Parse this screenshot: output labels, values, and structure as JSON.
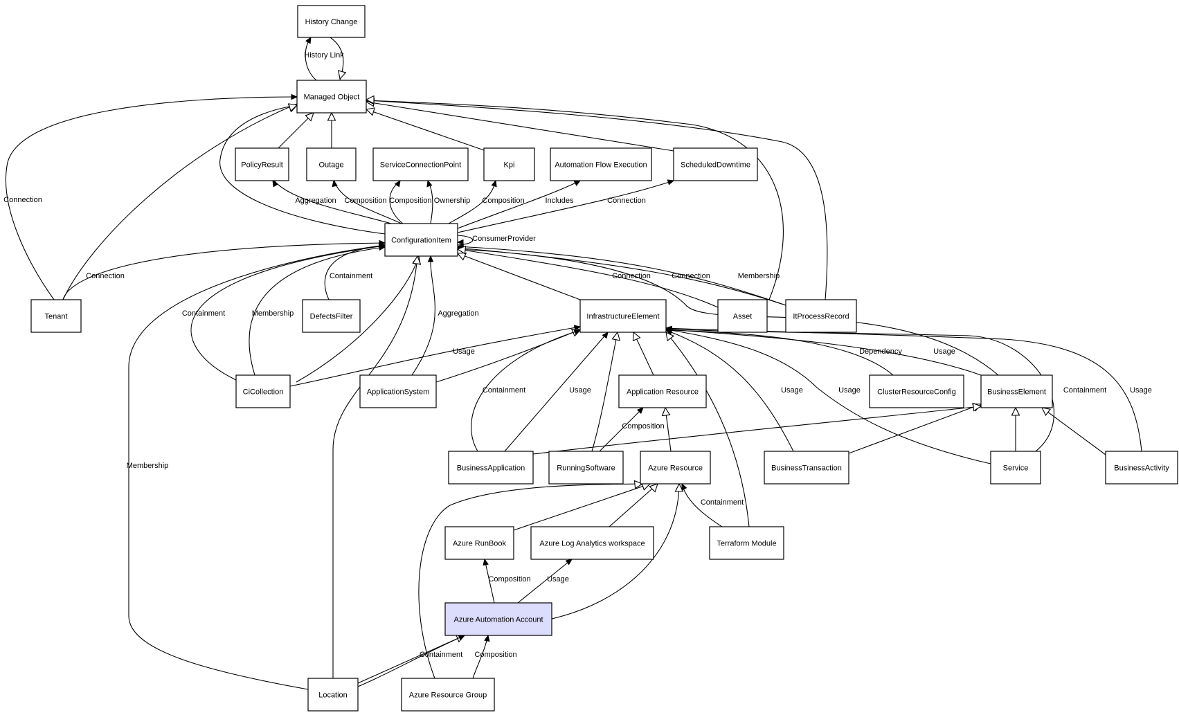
{
  "nodes": [
    {
      "id": "history_change",
      "label": "History Change"
    },
    {
      "id": "managed_object",
      "label": "Managed Object"
    },
    {
      "id": "policy_result",
      "label": "PolicyResult"
    },
    {
      "id": "outage",
      "label": "Outage"
    },
    {
      "id": "scp",
      "label": "ServiceConnectionPoint"
    },
    {
      "id": "kpi",
      "label": "Kpi"
    },
    {
      "id": "afe",
      "label": "Automation Flow Execution"
    },
    {
      "id": "scheduled_downtime",
      "label": "ScheduledDowntime"
    },
    {
      "id": "ci",
      "label": "ConfigurationItem"
    },
    {
      "id": "tenant",
      "label": "Tenant"
    },
    {
      "id": "defects_filter",
      "label": "DefectsFilter"
    },
    {
      "id": "infra",
      "label": "InfrastructureElement"
    },
    {
      "id": "asset",
      "label": "Asset"
    },
    {
      "id": "itprocess",
      "label": "ItProcessRecord"
    },
    {
      "id": "cicollection",
      "label": "CiCollection"
    },
    {
      "id": "appsystem",
      "label": "ApplicationSystem"
    },
    {
      "id": "app_resource",
      "label": "Application Resource"
    },
    {
      "id": "crc",
      "label": "ClusterResourceConfig"
    },
    {
      "id": "business_element",
      "label": "BusinessElement"
    },
    {
      "id": "business_app",
      "label": "BusinessApplication"
    },
    {
      "id": "running_sw",
      "label": "RunningSoftware"
    },
    {
      "id": "azure_resource",
      "label": "Azure Resource"
    },
    {
      "id": "business_tx",
      "label": "BusinessTransaction"
    },
    {
      "id": "service",
      "label": "Service"
    },
    {
      "id": "business_activity",
      "label": "BusinessActivity"
    },
    {
      "id": "runbook",
      "label": "Azure RunBook"
    },
    {
      "id": "log_analytics",
      "label": "Azure Log Analytics workspace"
    },
    {
      "id": "terraform",
      "label": "Terraform Module"
    },
    {
      "id": "automation_account",
      "label": "Azure Automation Account"
    },
    {
      "id": "location",
      "label": "Location"
    },
    {
      "id": "resource_group",
      "label": "Azure Resource Group"
    }
  ],
  "edges": [
    {
      "id": "e01",
      "label": "History Link",
      "style": "association"
    },
    {
      "id": "e02",
      "label": "",
      "style": "inheritance"
    },
    {
      "id": "e03",
      "label": "",
      "style": "inheritance"
    },
    {
      "id": "e04",
      "label": "",
      "style": "inheritance"
    },
    {
      "id": "e05",
      "label": "",
      "style": "inheritance"
    },
    {
      "id": "e06",
      "label": "",
      "style": "inheritance"
    },
    {
      "id": "e07",
      "label": "",
      "style": "inheritance"
    },
    {
      "id": "e08",
      "label": "Connection",
      "style": "association"
    },
    {
      "id": "e09",
      "label": "",
      "style": "inheritance"
    },
    {
      "id": "e10",
      "label": "",
      "style": "inheritance"
    },
    {
      "id": "e11",
      "label": "",
      "style": "inheritance"
    },
    {
      "id": "e12",
      "label": "Aggregation",
      "style": "association"
    },
    {
      "id": "e13",
      "label": "Composition",
      "style": "association"
    },
    {
      "id": "e14",
      "label": "Composition",
      "style": "association"
    },
    {
      "id": "e15",
      "label": "Ownership",
      "style": "association"
    },
    {
      "id": "e16",
      "label": "Composition",
      "style": "association"
    },
    {
      "id": "e17",
      "label": "Includes",
      "style": "association"
    },
    {
      "id": "e18",
      "label": "Connection",
      "style": "association"
    },
    {
      "id": "e19",
      "label": "ConsumerProvider",
      "style": "association"
    },
    {
      "id": "e20",
      "label": "Connection",
      "style": "association"
    },
    {
      "id": "e21",
      "label": "Containment",
      "style": "association"
    },
    {
      "id": "e22",
      "label": "Containment",
      "style": "association"
    },
    {
      "id": "e23",
      "label": "Membership",
      "style": "association"
    },
    {
      "id": "e24",
      "label": "",
      "style": "inheritance"
    },
    {
      "id": "e25",
      "label": "Aggregation",
      "style": "association"
    },
    {
      "id": "e26",
      "label": "",
      "style": "inheritance"
    },
    {
      "id": "e27",
      "label": "Connection",
      "style": "association"
    },
    {
      "id": "e28",
      "label": "Connection",
      "style": "association"
    },
    {
      "id": "e29",
      "label": "Membership",
      "style": "association"
    },
    {
      "id": "e30",
      "label": "",
      "style": "inheritance"
    },
    {
      "id": "e31",
      "label": "Membership",
      "style": "association"
    },
    {
      "id": "e32",
      "label": "",
      "style": "inheritance"
    },
    {
      "id": "e33",
      "label": "Usage",
      "style": "association"
    },
    {
      "id": "e34",
      "label": "",
      "style": "inheritance"
    },
    {
      "id": "e35",
      "label": "Containment",
      "style": "association"
    },
    {
      "id": "e36",
      "label": "Usage",
      "style": "association"
    },
    {
      "id": "e37",
      "label": "",
      "style": "inheritance"
    },
    {
      "id": "e38",
      "label": "",
      "style": "inheritance"
    },
    {
      "id": "e39",
      "label": "",
      "style": "inheritance"
    },
    {
      "id": "e40",
      "label": "Usage",
      "style": "association"
    },
    {
      "id": "e41",
      "label": "Dependency",
      "style": "association"
    },
    {
      "id": "e42",
      "label": "Usage",
      "style": "association"
    },
    {
      "id": "e43",
      "label": "Usage",
      "style": "association"
    },
    {
      "id": "e44",
      "label": "Containment",
      "style": "association"
    },
    {
      "id": "e45",
      "label": "Usage",
      "style": "association"
    },
    {
      "id": "e46",
      "label": "",
      "style": "inheritance"
    },
    {
      "id": "e47",
      "label": "",
      "style": "inheritance"
    },
    {
      "id": "e48",
      "label": "",
      "style": "inheritance"
    },
    {
      "id": "e49",
      "label": "",
      "style": "inheritance"
    },
    {
      "id": "e50",
      "label": "",
      "style": "inheritance"
    },
    {
      "id": "e51",
      "label": "Composition",
      "style": "association"
    },
    {
      "id": "e52",
      "label": "",
      "style": "inheritance"
    },
    {
      "id": "e53",
      "label": "",
      "style": "inheritance"
    },
    {
      "id": "e54",
      "label": "",
      "style": "inheritance"
    },
    {
      "id": "e55",
      "label": "Containment",
      "style": "association"
    },
    {
      "id": "e56",
      "label": "",
      "style": "inheritance"
    },
    {
      "id": "e57",
      "label": "Composition",
      "style": "association"
    },
    {
      "id": "e58",
      "label": "Usage",
      "style": "association"
    },
    {
      "id": "e59",
      "label": "",
      "style": "inheritance"
    },
    {
      "id": "e60",
      "label": "Containment",
      "style": "association"
    },
    {
      "id": "e61",
      "label": "Composition",
      "style": "association"
    }
  ]
}
